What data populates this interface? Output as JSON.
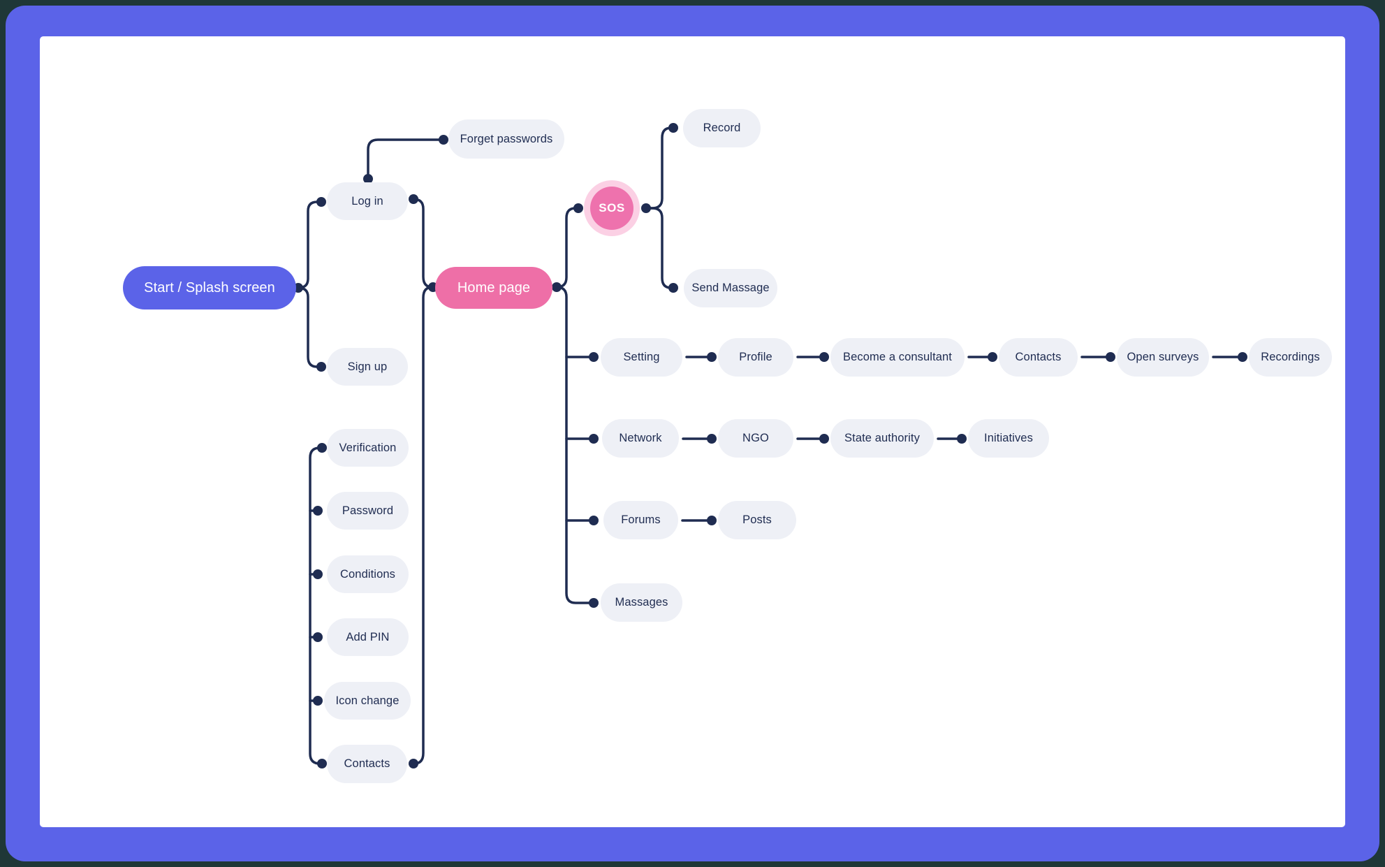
{
  "diagram": {
    "colors": {
      "outer_background": "#1f3737",
      "frame": "#5b63e8",
      "canvas": "#ffffff",
      "primary_node": "#5b63e8",
      "accent_node": "#ee6fa7",
      "sos_ring": "#fbd0e4",
      "sos_fill": "#ee72ad",
      "default_node": "#eef0f6",
      "line_and_text": "#1f2c51"
    },
    "nodes": {
      "start": {
        "label": "Start / Splash screen"
      },
      "login": {
        "label": "Log in"
      },
      "signup": {
        "label": "Sign up"
      },
      "forget_passwords": {
        "label": "Forget passwords"
      },
      "home": {
        "label": "Home page"
      },
      "sos": {
        "label": "SOS"
      },
      "record": {
        "label": "Record"
      },
      "send_massage": {
        "label": "Send Massage"
      },
      "verification": {
        "label": "Verification"
      },
      "password": {
        "label": "Password"
      },
      "conditions": {
        "label": "Conditions"
      },
      "add_pin": {
        "label": "Add PIN"
      },
      "icon_change": {
        "label": "Icon change"
      },
      "contacts_auth": {
        "label": "Contacts"
      },
      "setting": {
        "label": "Setting"
      },
      "profile": {
        "label": "Profile"
      },
      "become_consultant": {
        "label": "Become a consultant"
      },
      "contacts": {
        "label": "Contacts"
      },
      "open_surveys": {
        "label": "Open surveys"
      },
      "recordings": {
        "label": "Recordings"
      },
      "network": {
        "label": "Network"
      },
      "ngo": {
        "label": "NGO"
      },
      "state_authority": {
        "label": "State authority"
      },
      "initiatives": {
        "label": "Initiatives"
      },
      "forums": {
        "label": "Forums"
      },
      "posts": {
        "label": "Posts"
      },
      "massages": {
        "label": "Massages"
      }
    },
    "edges": [
      {
        "from": "start",
        "to": "login"
      },
      {
        "from": "start",
        "to": "signup"
      },
      {
        "from": "login",
        "to": "forget_passwords"
      },
      {
        "from": "login",
        "to": "home"
      },
      {
        "from": "home",
        "to": "contacts_auth"
      },
      {
        "group_bracket": [
          "verification",
          "password",
          "conditions",
          "add_pin",
          "icon_change",
          "contacts_auth"
        ]
      },
      {
        "from": "home",
        "to": "sos"
      },
      {
        "from": "home",
        "to": "setting"
      },
      {
        "from": "home",
        "to": "network"
      },
      {
        "from": "home",
        "to": "forums"
      },
      {
        "from": "home",
        "to": "massages"
      },
      {
        "from": "sos",
        "to": "record"
      },
      {
        "from": "sos",
        "to": "send_massage"
      },
      {
        "from": "setting",
        "to": "profile"
      },
      {
        "from": "profile",
        "to": "become_consultant"
      },
      {
        "from": "become_consultant",
        "to": "contacts"
      },
      {
        "from": "contacts",
        "to": "open_surveys"
      },
      {
        "from": "open_surveys",
        "to": "recordings"
      },
      {
        "from": "network",
        "to": "ngo"
      },
      {
        "from": "ngo",
        "to": "state_authority"
      },
      {
        "from": "state_authority",
        "to": "initiatives"
      },
      {
        "from": "forums",
        "to": "posts"
      }
    ]
  }
}
